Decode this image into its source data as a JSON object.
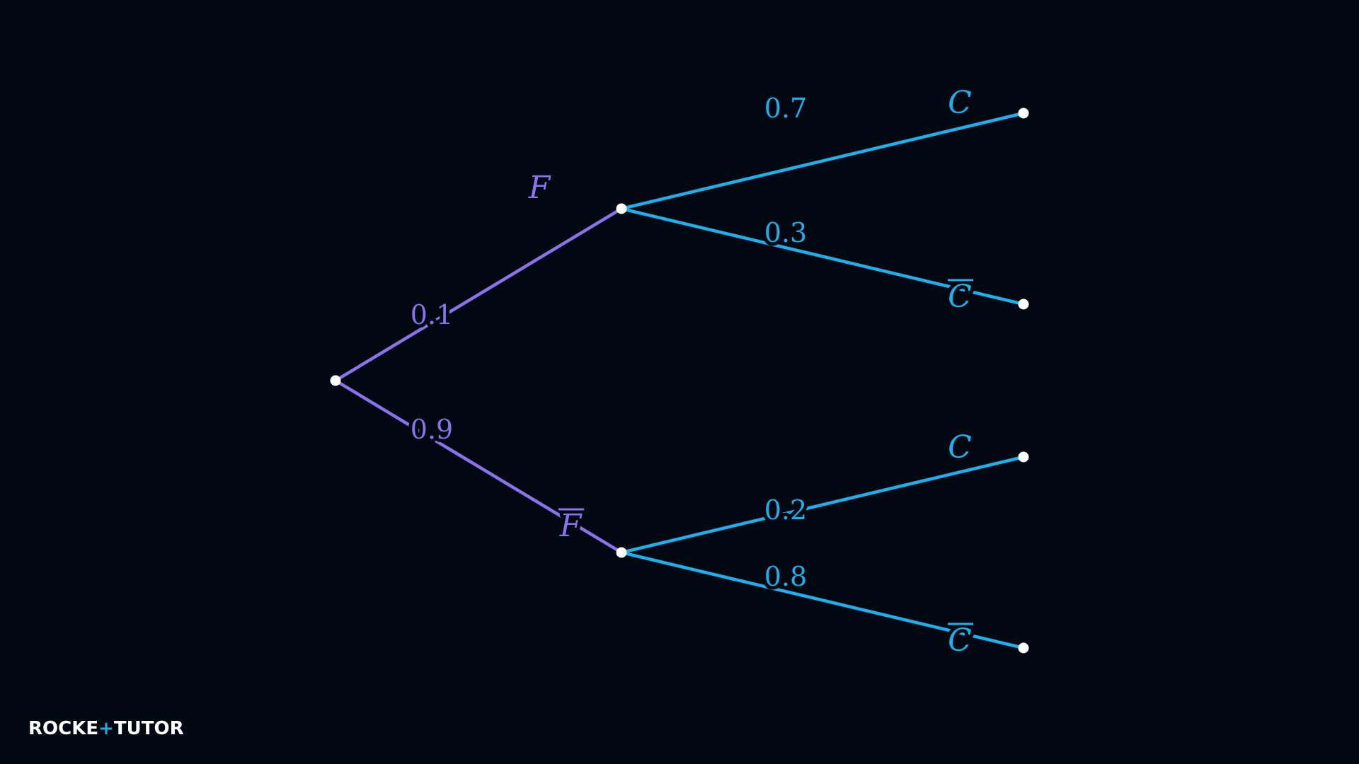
{
  "colors": {
    "background": "#010811",
    "first_stage": "#8b72ec",
    "second_stage": "#1fb0ec",
    "node": "#ffffff",
    "logo_text": "#ffffff",
    "logo_accent": "#1fb0ec"
  },
  "tree": {
    "root": {
      "name": "root-node"
    },
    "branches": [
      {
        "id": "F",
        "event": "F",
        "complement": false,
        "probability": "0.1",
        "children": [
          {
            "id": "F-C",
            "event": "C",
            "complement": false,
            "probability": "0.7"
          },
          {
            "id": "F-notC",
            "event": "C",
            "complement": true,
            "probability": "0.3"
          }
        ]
      },
      {
        "id": "notF",
        "event": "F",
        "complement": true,
        "probability": "0.9",
        "children": [
          {
            "id": "notF-C",
            "event": "C",
            "complement": false,
            "probability": "0.2"
          },
          {
            "id": "notF-notC",
            "event": "C",
            "complement": true,
            "probability": "0.8"
          }
        ]
      }
    ]
  },
  "logo": {
    "text": "ROCKETUTOR",
    "part1": "ROCKE",
    "plus": "+",
    "part2": "TUT",
    "o": "O",
    "part3": "R"
  }
}
